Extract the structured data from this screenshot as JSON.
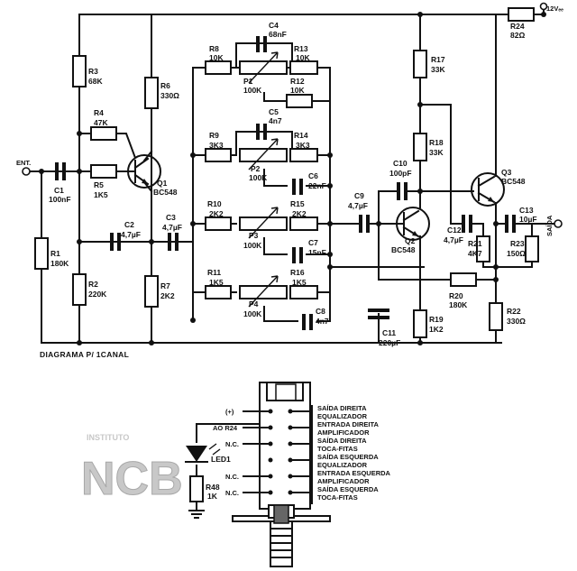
{
  "supply": {
    "label": "12Vₑₑ"
  },
  "io": {
    "input": "ENT.",
    "output": "SAÍDA"
  },
  "title": "DIAGRAMA P/ 1CANAL",
  "watermark": {
    "top": "INSTITUTO",
    "logo": "NCB"
  },
  "components": {
    "R1": {
      "name": "R1",
      "value": "180K"
    },
    "R2": {
      "name": "R2",
      "value": "220K"
    },
    "R3": {
      "name": "R3",
      "value": "68K"
    },
    "R4": {
      "name": "R4",
      "value": "47K"
    },
    "R5": {
      "name": "R5",
      "value": "1K5"
    },
    "R6": {
      "name": "R6",
      "value": "330Ω"
    },
    "R7": {
      "name": "R7",
      "value": "2K2"
    },
    "R8": {
      "name": "R8",
      "value": "10K"
    },
    "R9": {
      "name": "R9",
      "value": "3K3"
    },
    "R10": {
      "name": "R10",
      "value": "2K2"
    },
    "R11": {
      "name": "R11",
      "value": "1K5"
    },
    "R12": {
      "name": "R12",
      "value": "10K"
    },
    "R13": {
      "name": "R13",
      "value": "10K"
    },
    "R14": {
      "name": "R14",
      "value": "3K3"
    },
    "R15": {
      "name": "R15",
      "value": "2K2"
    },
    "R16": {
      "name": "R16",
      "value": "1K5"
    },
    "R17": {
      "name": "R17",
      "value": "33K"
    },
    "R18": {
      "name": "R18",
      "value": "33K"
    },
    "R19": {
      "name": "R19",
      "value": "1K2"
    },
    "R20": {
      "name": "R20",
      "value": "180K"
    },
    "R21": {
      "name": "R21",
      "value": "4K7"
    },
    "R22": {
      "name": "R22",
      "value": "330Ω"
    },
    "R23": {
      "name": "R23",
      "value": "150Ω"
    },
    "R24": {
      "name": "R24",
      "value": "82Ω"
    },
    "R48": {
      "name": "R48",
      "value": "1K"
    },
    "C1": {
      "name": "C1",
      "value": "100nF"
    },
    "C2": {
      "name": "C2",
      "value": "4,7µF"
    },
    "C3": {
      "name": "C3",
      "value": "4,7µF"
    },
    "C4": {
      "name": "C4",
      "value": "68nF"
    },
    "C5": {
      "name": "C5",
      "value": "4n7"
    },
    "C6": {
      "name": "C6",
      "value": "22nF"
    },
    "C7": {
      "name": "C7",
      "value": "15nF"
    },
    "C8": {
      "name": "C8",
      "value": "4n7"
    },
    "C9": {
      "name": "C9",
      "value": "4,7µF"
    },
    "C10": {
      "name": "C10",
      "value": "100pF"
    },
    "C11": {
      "name": "C11",
      "value": "220µF"
    },
    "C12": {
      "name": "C12",
      "value": "4,7µF"
    },
    "C13": {
      "name": "C13",
      "value": "10µF"
    },
    "P1": {
      "name": "P1",
      "value": "100K"
    },
    "P2": {
      "name": "P2",
      "value": "100K"
    },
    "P3": {
      "name": "P3",
      "value": "100K"
    },
    "P4": {
      "name": "P4",
      "value": "100K"
    },
    "Q1": {
      "name": "Q1",
      "value": "BC548"
    },
    "Q2": {
      "name": "Q2",
      "value": "BC548"
    },
    "Q3": {
      "name": "Q3",
      "value": "BC548"
    },
    "LED1": {
      "name": "LED1"
    }
  },
  "switch": {
    "left_labels": [
      "(+)",
      "AO R24",
      "N.C.",
      "N.C.",
      "N.C."
    ],
    "right_labels": [
      [
        "SAÍDA DIREITA",
        "EQUALIZADOR"
      ],
      [
        "ENTRADA DIREITA",
        "AMPLIFICADOR"
      ],
      [
        "SAÍDA DIREITA",
        "TOCA-FITAS"
      ],
      [
        "SAÍDA ESQUERDA",
        "EQUALIZADOR"
      ],
      [
        "ENTRADA ESQUERDA",
        "AMPLIFICADOR"
      ],
      [
        "SAÍDA ESQUERDA",
        "TOCA-FITAS"
      ]
    ]
  }
}
